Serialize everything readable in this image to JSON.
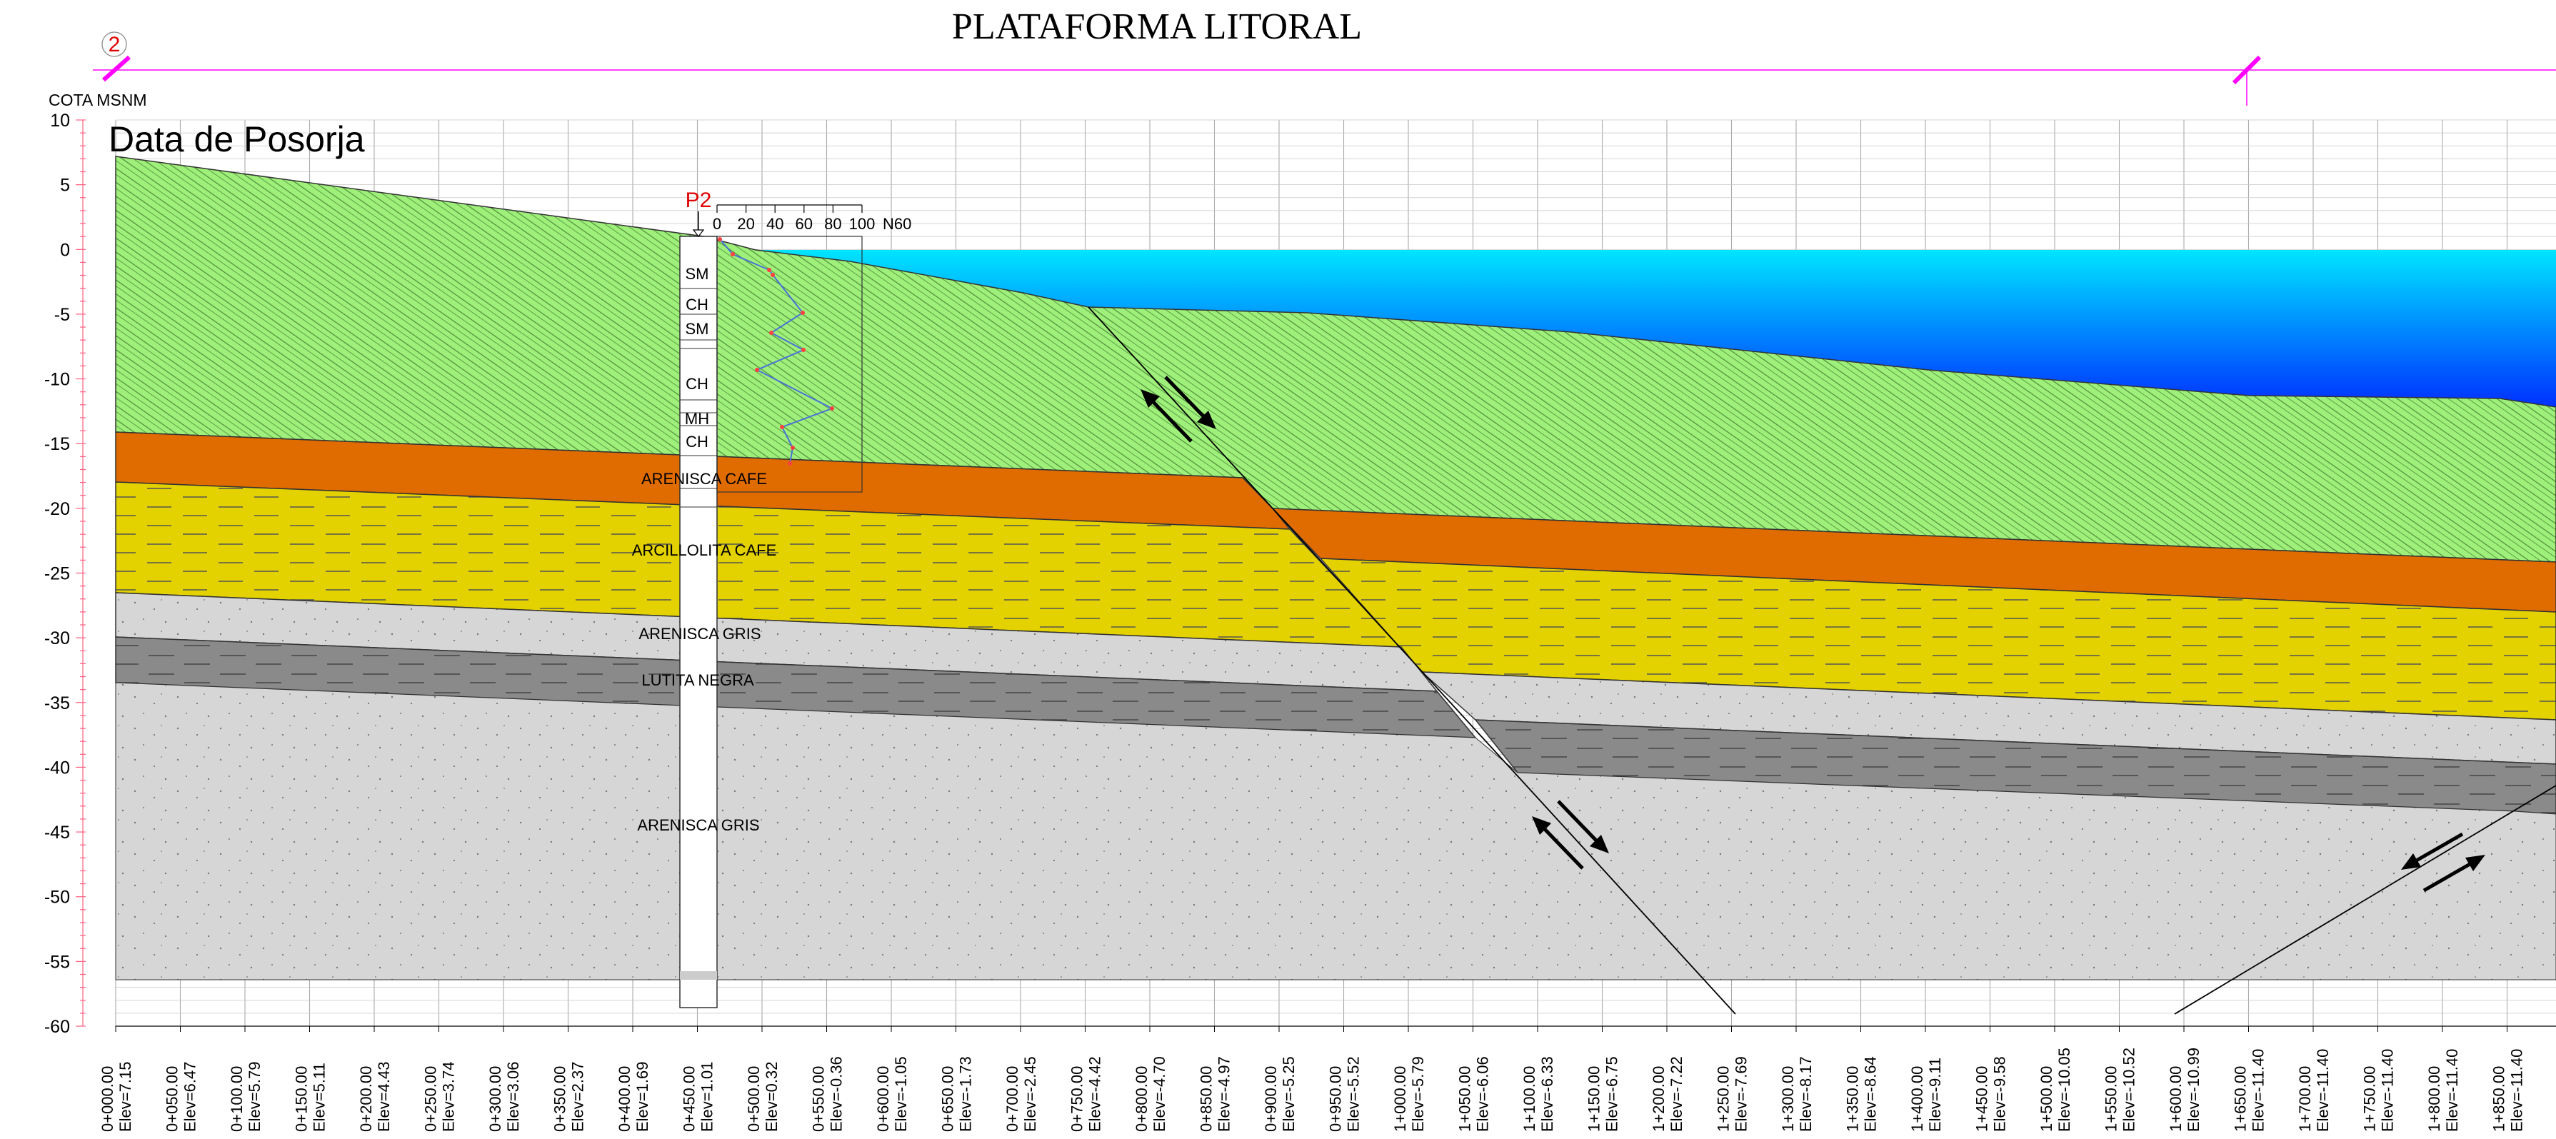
{
  "title": "PLATAFORMA LITORAL",
  "subtitle": "Data de Posorja",
  "marker_number": "2",
  "elevation_axis": {
    "label": "COTA MSNM",
    "ticks": [
      "10",
      "5",
      "0",
      "-5",
      "-10",
      "-15",
      "-20",
      "-25",
      "-30",
      "-35",
      "-40",
      "-45",
      "-50",
      "-55",
      "-60"
    ]
  },
  "boring": {
    "id": "P2",
    "spt_label": "N60",
    "spt_ticks": [
      "0",
      "20",
      "40",
      "60",
      "80",
      "100"
    ],
    "soil_units": [
      "SM",
      "CH",
      "SM",
      "CH",
      "MH",
      "CH"
    ]
  },
  "layers": [
    {
      "id": "arenisca-cafe",
      "label": "ARENISCA CAFE",
      "color": "#e06c00"
    },
    {
      "id": "arcillolita-cafe",
      "label": "ARCILLOLITA CAFE",
      "color": "#e3d100"
    },
    {
      "id": "arenisca-gris-upper",
      "label": "ARENISCA GRIS",
      "color": "#d6d6d6"
    },
    {
      "id": "lutita-negra",
      "label": "LUTITA NEGRA",
      "color": "#8a8a8a"
    },
    {
      "id": "arenisca-gris-lower",
      "label": "ARENISCA GRIS",
      "color": "#d6d6d6"
    }
  ],
  "colors": {
    "sediment": "#9ef07a",
    "sea_top": "#00e5ff",
    "sea_bottom": "#0030ff",
    "boundary_line": "#ff00ff"
  },
  "stations": [
    {
      "station": "0+000.00",
      "elev": "Elev=7.15"
    },
    {
      "station": "0+050.00",
      "elev": "Elev=6.47"
    },
    {
      "station": "0+100.00",
      "elev": "Elev=5.79"
    },
    {
      "station": "0+150.00",
      "elev": "Elev=5.11"
    },
    {
      "station": "0+200.00",
      "elev": "Elev=4.43"
    },
    {
      "station": "0+250.00",
      "elev": "Elev=3.74"
    },
    {
      "station": "0+300.00",
      "elev": "Elev=3.06"
    },
    {
      "station": "0+350.00",
      "elev": "Elev=2.37"
    },
    {
      "station": "0+400.00",
      "elev": "Elev=1.69"
    },
    {
      "station": "0+450.00",
      "elev": "Elev=1.01"
    },
    {
      "station": "0+500.00",
      "elev": "Elev=0.32"
    },
    {
      "station": "0+550.00",
      "elev": "Elev=-0.36"
    },
    {
      "station": "0+600.00",
      "elev": "Elev=-1.05"
    },
    {
      "station": "0+650.00",
      "elev": "Elev=-1.73"
    },
    {
      "station": "0+700.00",
      "elev": "Elev=-2.45"
    },
    {
      "station": "0+750.00",
      "elev": "Elev=-4.42"
    },
    {
      "station": "0+800.00",
      "elev": "Elev=-4.70"
    },
    {
      "station": "0+850.00",
      "elev": "Elev=-4.97"
    },
    {
      "station": "0+900.00",
      "elev": "Elev=-5.25"
    },
    {
      "station": "0+950.00",
      "elev": "Elev=-5.52"
    },
    {
      "station": "1+000.00",
      "elev": "Elev=-5.79"
    },
    {
      "station": "1+050.00",
      "elev": "Elev=-6.06"
    },
    {
      "station": "1+100.00",
      "elev": "Elev=-6.33"
    },
    {
      "station": "1+150.00",
      "elev": "Elev=-6.75"
    },
    {
      "station": "1+200.00",
      "elev": "Elev=-7.22"
    },
    {
      "station": "1+250.00",
      "elev": "Elev=-7.69"
    },
    {
      "station": "1+300.00",
      "elev": "Elev=-8.17"
    },
    {
      "station": "1+350.00",
      "elev": "Elev=-8.64"
    },
    {
      "station": "1+400.00",
      "elev": "Elev=-9.11"
    },
    {
      "station": "1+450.00",
      "elev": "Elev=-9.58"
    },
    {
      "station": "1+500.00",
      "elev": "Elev=-10.05"
    },
    {
      "station": "1+550.00",
      "elev": "Elev=-10.52"
    },
    {
      "station": "1+600.00",
      "elev": "Elev=-10.99"
    },
    {
      "station": "1+650.00",
      "elev": "Elev=-11.40"
    },
    {
      "station": "1+700.00",
      "elev": "Elev=-11.40"
    },
    {
      "station": "1+750.00",
      "elev": "Elev=-11.40"
    },
    {
      "station": "1+800.00",
      "elev": "Elev=-11.40"
    },
    {
      "station": "1+850.00",
      "elev": "Elev=-11.40"
    }
  ]
}
